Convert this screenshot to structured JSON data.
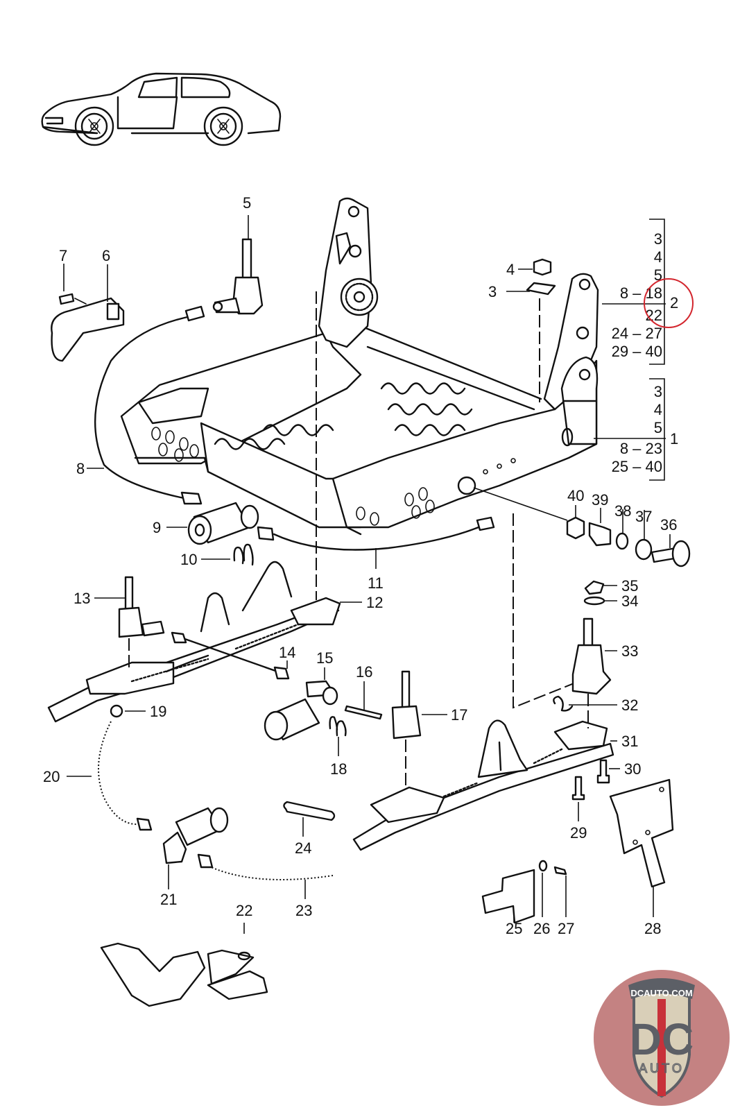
{
  "diagram": {
    "title": "Seat frame with power adjustment – exploded parts view",
    "vehicle_thumbnail": "car-side-view",
    "callouts": [
      {
        "id": "1",
        "label": "1"
      },
      {
        "id": "2",
        "label": "2"
      },
      {
        "id": "3",
        "label": "3"
      },
      {
        "id": "4",
        "label": "4"
      },
      {
        "id": "5",
        "label": "5"
      },
      {
        "id": "6",
        "label": "6"
      },
      {
        "id": "7",
        "label": "7"
      },
      {
        "id": "8",
        "label": "8"
      },
      {
        "id": "9",
        "label": "9"
      },
      {
        "id": "10",
        "label": "10"
      },
      {
        "id": "11",
        "label": "11"
      },
      {
        "id": "12",
        "label": "12"
      },
      {
        "id": "13",
        "label": "13"
      },
      {
        "id": "14",
        "label": "14"
      },
      {
        "id": "15",
        "label": "15"
      },
      {
        "id": "16",
        "label": "16"
      },
      {
        "id": "17",
        "label": "17"
      },
      {
        "id": "18",
        "label": "18"
      },
      {
        "id": "19",
        "label": "19"
      },
      {
        "id": "20",
        "label": "20"
      },
      {
        "id": "21",
        "label": "21"
      },
      {
        "id": "22",
        "label": "22"
      },
      {
        "id": "23",
        "label": "23"
      },
      {
        "id": "24",
        "label": "24"
      },
      {
        "id": "25",
        "label": "25"
      },
      {
        "id": "26",
        "label": "26"
      },
      {
        "id": "27",
        "label": "27"
      },
      {
        "id": "28",
        "label": "28"
      },
      {
        "id": "29",
        "label": "29"
      },
      {
        "id": "30",
        "label": "30"
      },
      {
        "id": "31",
        "label": "31"
      },
      {
        "id": "32",
        "label": "32"
      },
      {
        "id": "33",
        "label": "33"
      },
      {
        "id": "34",
        "label": "34"
      },
      {
        "id": "35",
        "label": "35"
      },
      {
        "id": "36",
        "label": "36"
      },
      {
        "id": "37",
        "label": "37"
      },
      {
        "id": "38",
        "label": "38"
      },
      {
        "id": "39",
        "label": "39"
      },
      {
        "id": "40",
        "label": "40"
      }
    ],
    "assembly_groups": [
      {
        "assembly": "2",
        "highlighted": true,
        "includes": [
          "3",
          "4",
          "5",
          "8 – 18",
          "22",
          "24 – 27",
          "29 – 40"
        ]
      },
      {
        "assembly": "1",
        "highlighted": false,
        "includes": [
          "3",
          "4",
          "5",
          "8 – 23",
          "25 – 40"
        ]
      }
    ],
    "highlight_color": "#d3252d"
  },
  "watermark": {
    "site": "DCAUTO.COM",
    "monogram": "DC",
    "subtitle": "AUTO",
    "colors": {
      "badge_bg": "#c98a8a",
      "shield": "#d9cfb8",
      "text": "#5c5f66",
      "stripe": "#c8313a"
    }
  }
}
